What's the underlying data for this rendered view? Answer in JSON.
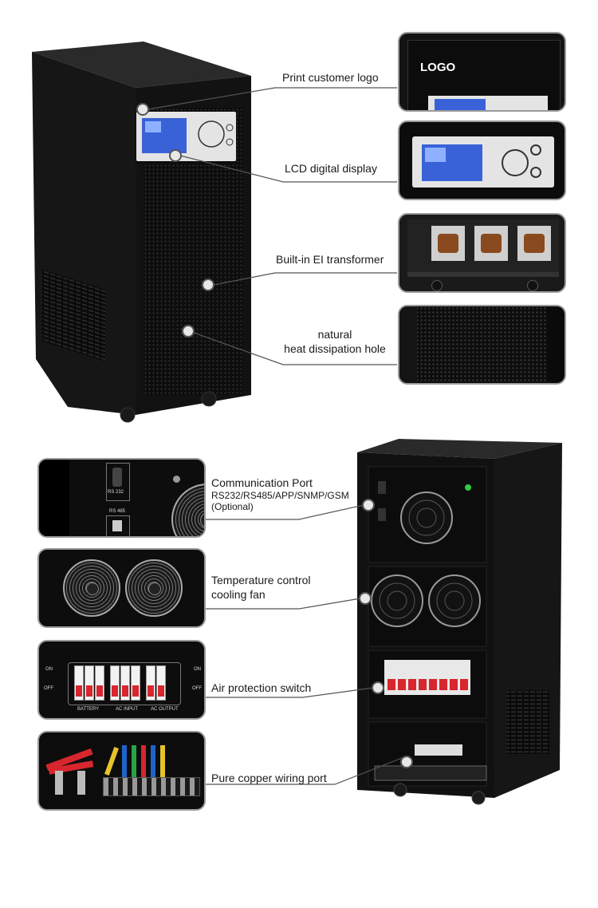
{
  "callouts_top": [
    {
      "text": "Print customer logo"
    },
    {
      "text": "LCD digital display"
    },
    {
      "text": "Built-in EI transformer"
    },
    {
      "text_line1": "natural",
      "text_line2": "heat dissipation hole"
    }
  ],
  "callouts_bottom": [
    {
      "title": "Communication Port",
      "sub1": "RS232/RS485/APP/SNMP/GSM",
      "sub2": "(Optional)"
    },
    {
      "line1": "Temperature control",
      "line2": "cooling fan"
    },
    {
      "text": "Air protection switch"
    },
    {
      "text": "Pure copper wiring port"
    }
  ],
  "thumb_logo": {
    "text": "LOGO"
  },
  "thumb_comm": {
    "rs232": "RS 232",
    "rs485": "RS 485"
  },
  "thumb_switch": {
    "on": "ON",
    "off": "OFF",
    "battery": "BATTERY",
    "ac_input": "AC INPUT",
    "ac_output": "AC OUTPUT"
  },
  "colors": {
    "cabinet": "#111111",
    "lcd": "#3a62d8",
    "breaker_red": "#d7262e",
    "line": "#555555"
  }
}
